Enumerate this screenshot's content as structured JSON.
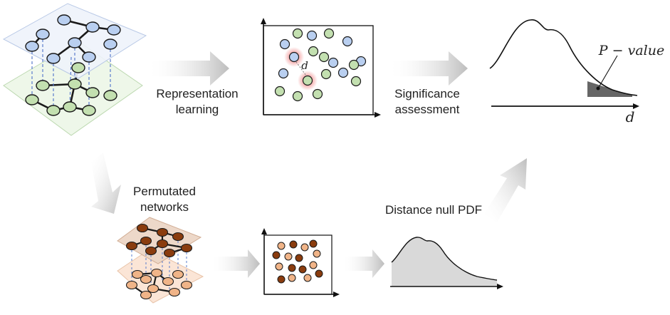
{
  "labels": {
    "representation_learning": [
      "Representation",
      "learning"
    ],
    "significance_assessment": [
      "Significance",
      "assessment"
    ],
    "permutated_networks": [
      "Permutated",
      "networks"
    ],
    "distance_null_pdf": "Distance null PDF",
    "p_value": "P − value",
    "d_axis": "d",
    "d_embed": "d"
  },
  "colors": {
    "blue_node": "#b9cff0",
    "green_node": "#c3e0b0",
    "dark_brown_node": "#8a3c0e",
    "light_orange_node": "#f0b488",
    "blue_layer": "#eef3fb",
    "green_layer": "#eef7e9",
    "brown_layer": "#ecd6c6",
    "orange_layer": "#fbe5d6",
    "highlight": "#f4a9a9",
    "arrow": "#c8c8c8",
    "pdf_fill": "#d9d9d9",
    "tail_fill": "#666666"
  }
}
